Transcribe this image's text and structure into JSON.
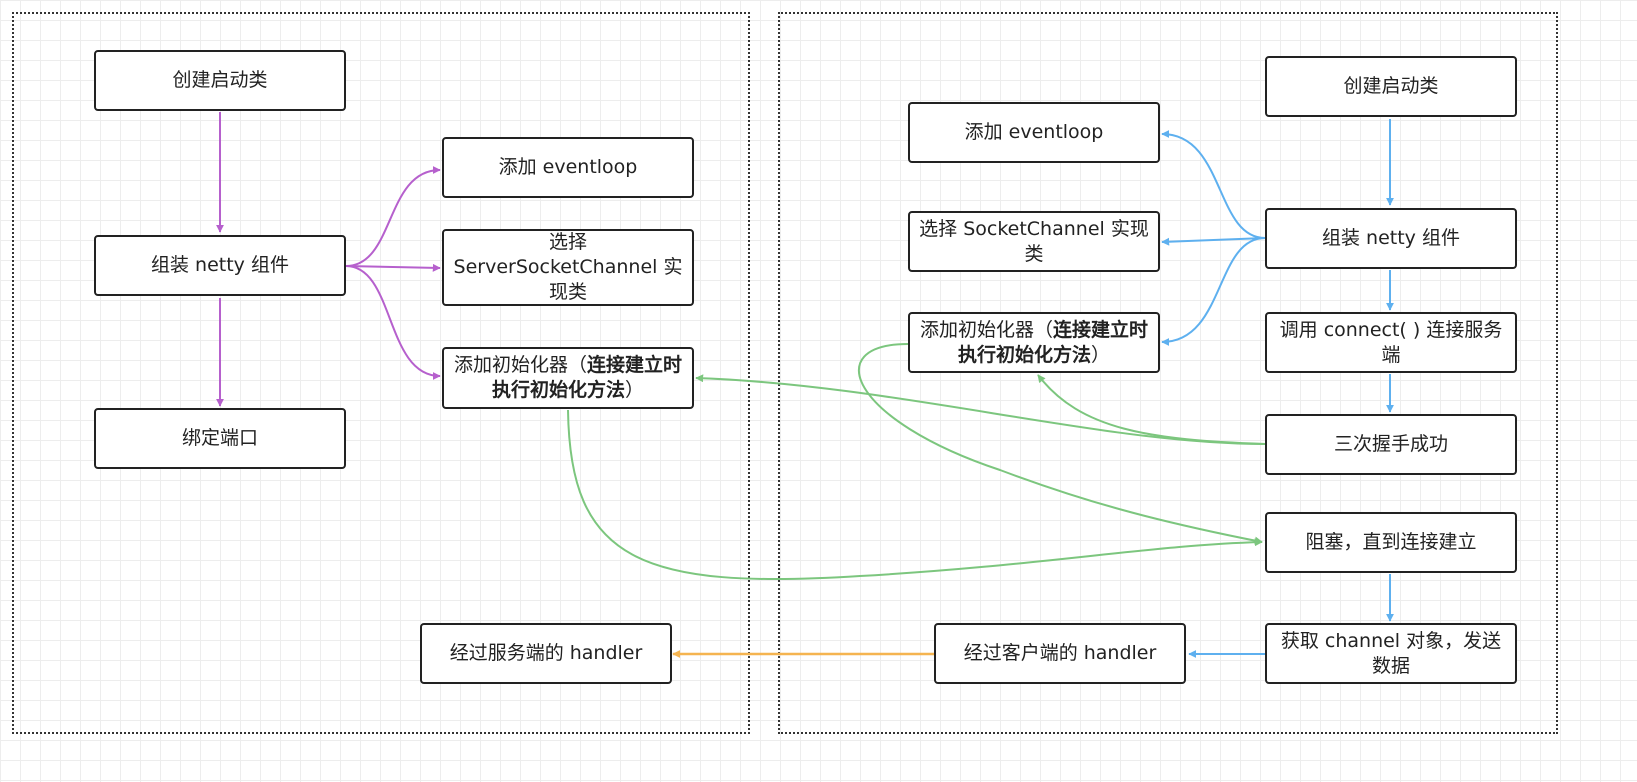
{
  "server": {
    "create_bootstrap": "创建启动类",
    "assemble_netty": "组装 netty 组件",
    "bind_port": "绑定端口",
    "add_eventloop": "添加 eventloop",
    "choose_channel_line1": "选择",
    "choose_channel_line2": "ServerSocketChannel 实",
    "choose_channel_line3": "现类",
    "add_initializer_normal": "添加初始化器（",
    "add_initializer_bold": "连接建立时执行初始化方法",
    "add_initializer_tail": "）",
    "server_handler": "经过服务端的 handler"
  },
  "client": {
    "create_bootstrap": "创建启动类",
    "assemble_netty": "组装 netty 组件",
    "add_eventloop": "添加 eventloop",
    "choose_channel": "选择 SocketChannel 实现类",
    "add_initializer_normal": "添加初始化器（",
    "add_initializer_bold": "连接建立时执行初始化方法",
    "add_initializer_tail": "）",
    "call_connect": "调用 connect( ) 连接服务端",
    "handshake_success": "三次握手成功",
    "block_until_connected": "阻塞，直到连接建立",
    "get_channel_send": "获取 channel 对象，发送数据",
    "client_handler": "经过客户端的 handler"
  },
  "colors": {
    "server_flow": "#b660cd",
    "client_flow": "#5eb0ef",
    "connection_flow": "#7cc67e",
    "data_flow": "#f5b450"
  }
}
